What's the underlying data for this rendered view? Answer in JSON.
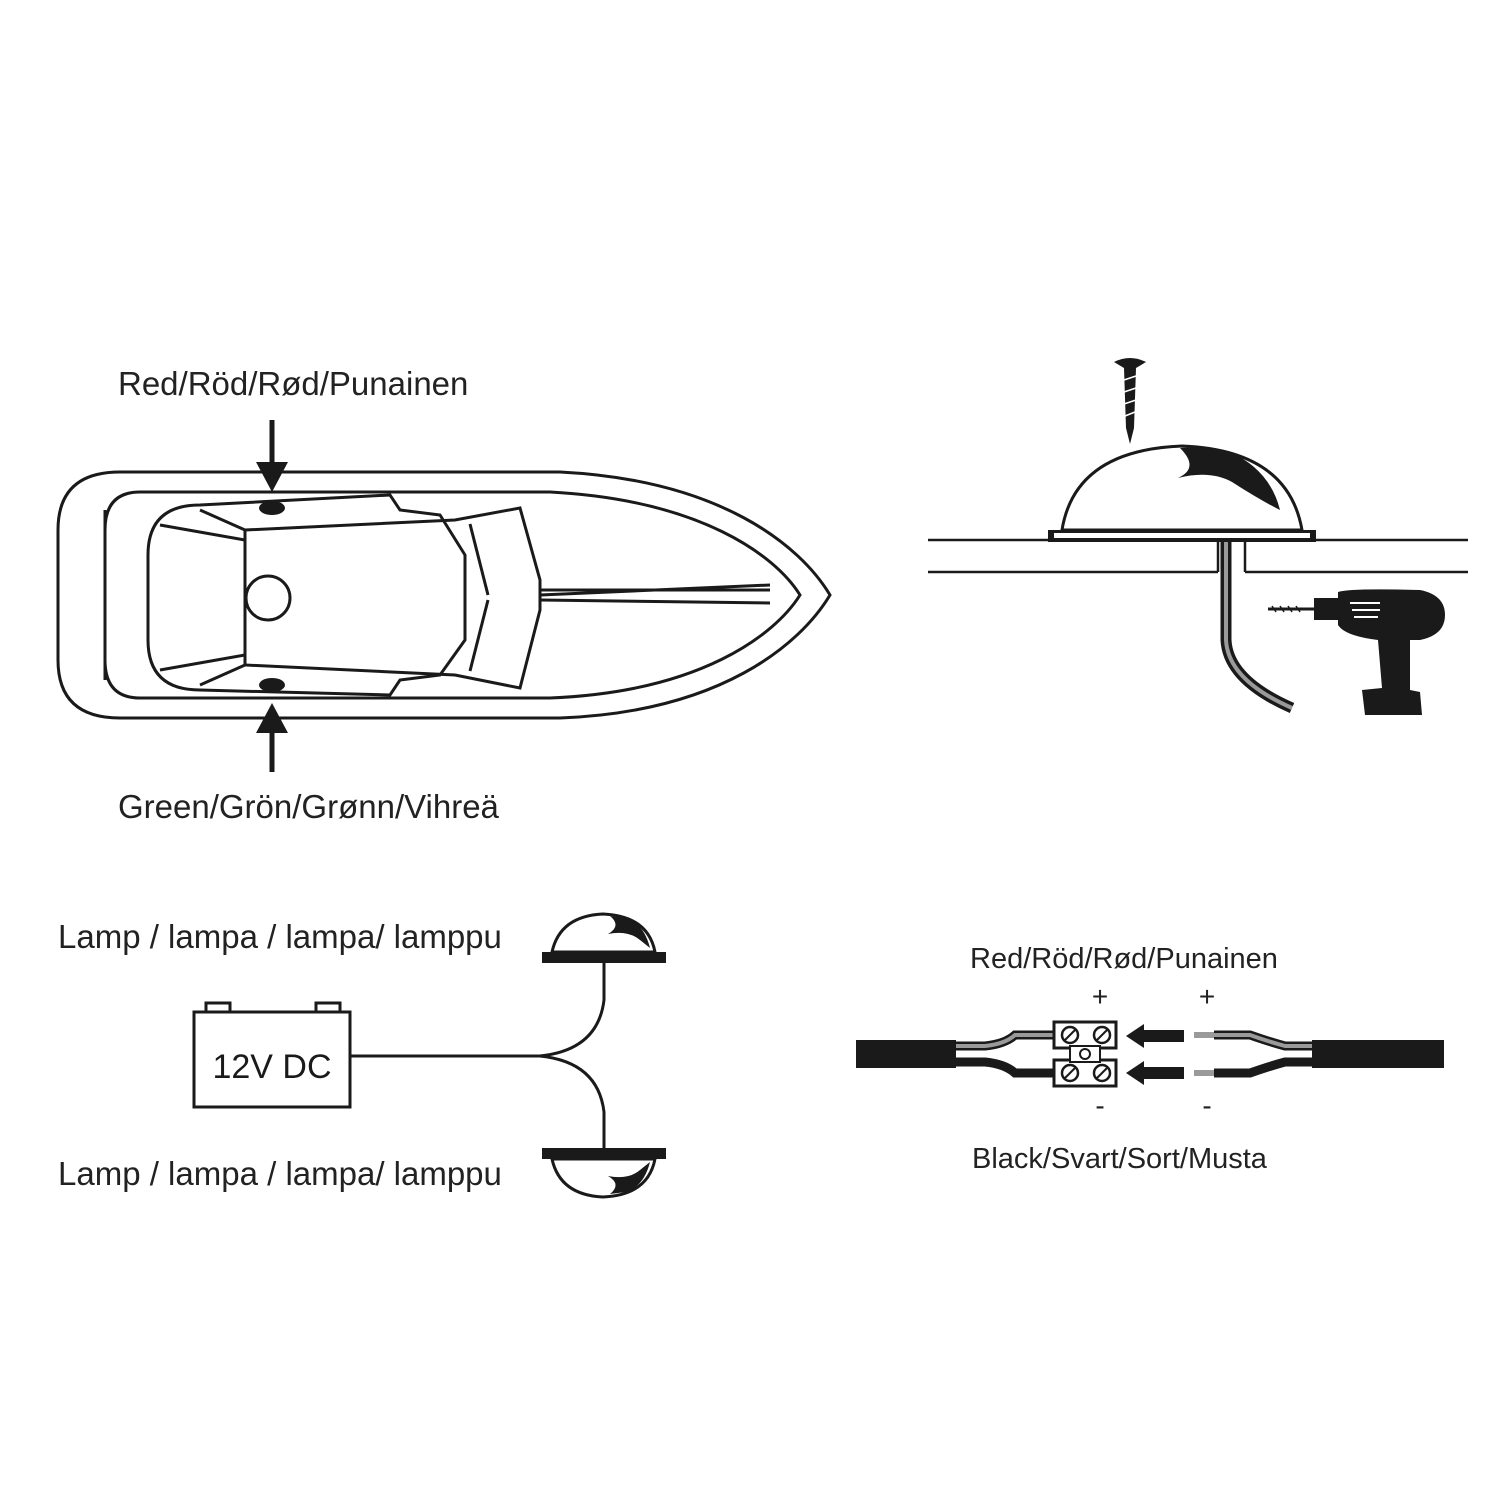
{
  "boat_diagram": {
    "top_label": "Red/Röd/Rød/Punainen",
    "bottom_label": "Green/Grön/Grønn/Vihreä"
  },
  "mounting_diagram": {
    "icons": [
      "screw-icon",
      "lamp-icon",
      "drill-icon",
      "cable-icon"
    ]
  },
  "circuit_diagram": {
    "battery_label": "12V DC",
    "lamp_top_label": "Lamp / lampa / lampa/ lamppu",
    "lamp_bottom_label": "Lamp / lampa / lampa/ lamppu"
  },
  "connector_diagram": {
    "top_label": "Red/Röd/Rød/Punainen",
    "bottom_label": "Black/Svart/Sort/Musta",
    "plus_left": "+",
    "plus_right": "+",
    "minus_left": "-",
    "minus_right": "-"
  },
  "colors": {
    "ink": "#1a1a1a",
    "background": "#ffffff",
    "wire_grey": "#9a9a9a"
  }
}
